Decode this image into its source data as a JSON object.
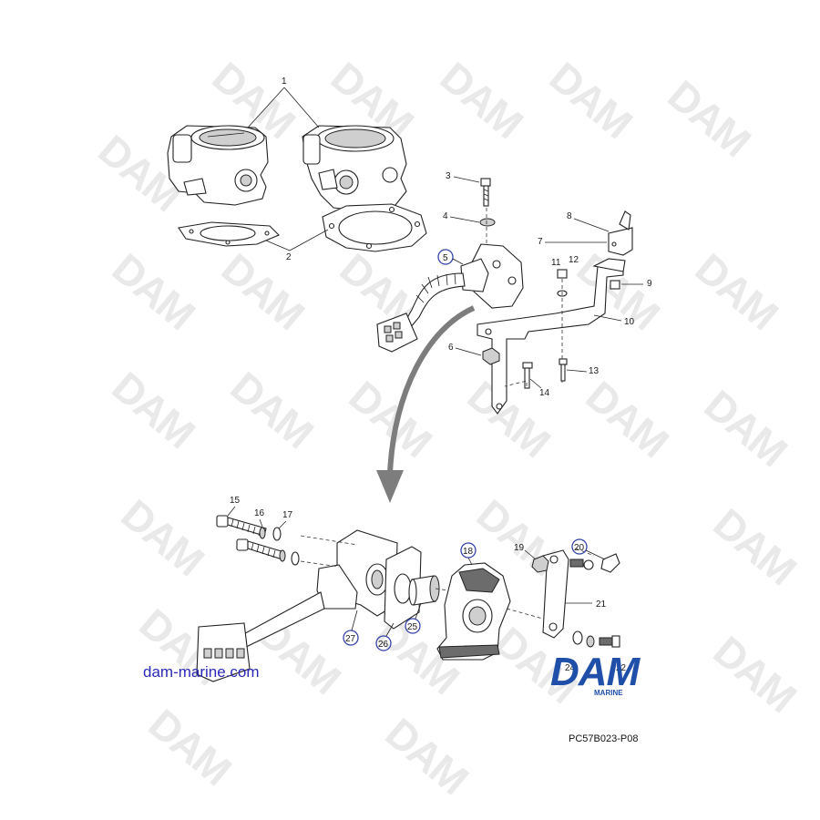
{
  "watermark": {
    "text": "DAM"
  },
  "callouts": {
    "c1": "1",
    "c2": "2",
    "c3": "3",
    "c4": "4",
    "c5": "5",
    "c6": "6",
    "c7": "7",
    "c8": "8",
    "c9": "9",
    "c10": "10",
    "c11": "11",
    "c12": "12",
    "c13": "13",
    "c14": "14",
    "c15": "15",
    "c16": "16",
    "c17": "17",
    "c18": "18",
    "c19": "19",
    "c20": "20",
    "c21": "21",
    "c22": "22",
    "c24": "24",
    "c25": "25",
    "c26": "26",
    "c27": "27"
  },
  "footer": {
    "site": "dam-marine.com",
    "brand_main": "DAM",
    "brand_sub": "MARINE",
    "reference": "PC57B023-P08"
  },
  "colors": {
    "brand_blue": "#1f4fa8",
    "circle_blue": "#3344aa",
    "arrow_gray": "#7d7d7d",
    "watermark_gray": "#e9e9e9"
  }
}
